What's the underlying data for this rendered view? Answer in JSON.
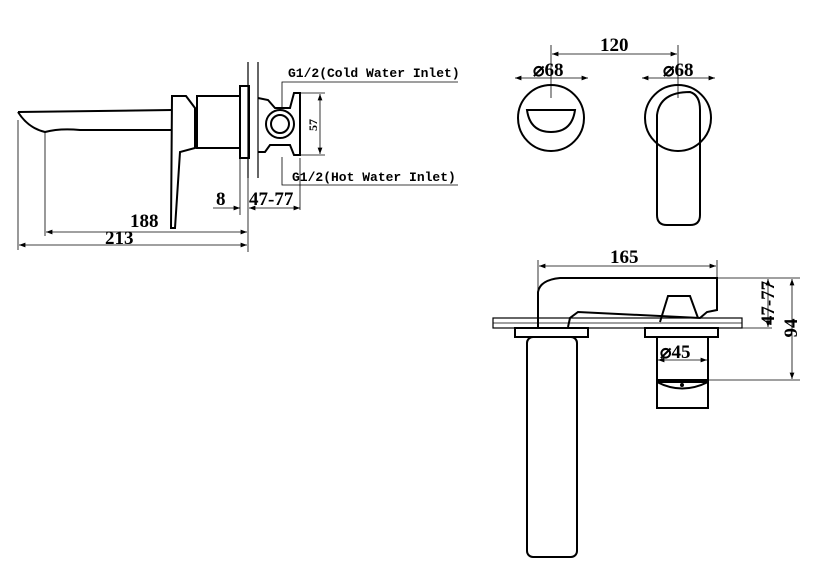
{
  "labels": {
    "cold_inlet": "G1/2(Cold Water Inlet)",
    "hot_inlet": "G1/2(Hot Water Inlet)"
  },
  "dimensions": {
    "side_inlet_spacing": "57",
    "flange_thickness": "8",
    "wall_range_side": "47-77",
    "spout_reach": "188",
    "overall_length": "213",
    "center_distance": "120",
    "left_plate_dia": "⌀68",
    "right_plate_dia": "⌀68",
    "top_length": "165",
    "wall_range_top": "47-77",
    "overall_depth": "94",
    "cartridge_dia": "⌀45"
  },
  "colors": {
    "line": "#000000",
    "background": "#ffffff"
  }
}
